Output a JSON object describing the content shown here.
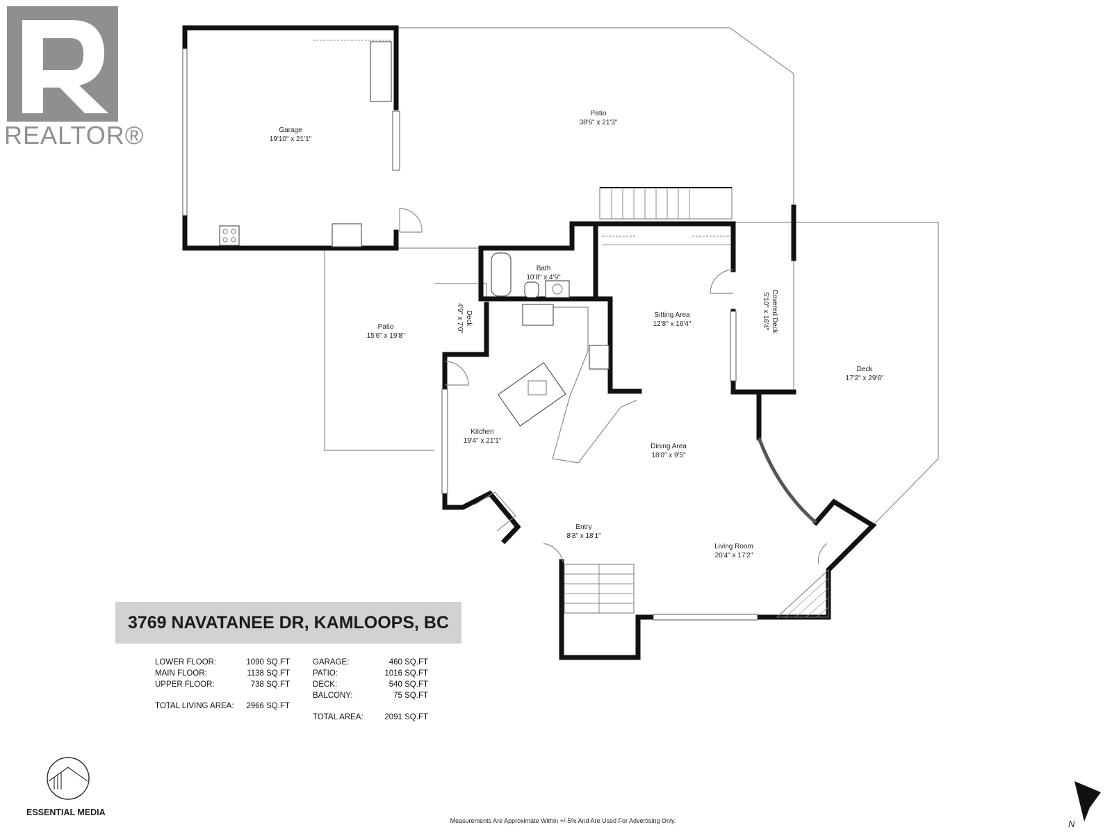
{
  "branding": {
    "realtor_logo_text": "REALTOR®",
    "media_brand": "ESSENTIAL MEDIA"
  },
  "address": "3769 NAVATANEE DR, KAMLOOPS, BC",
  "rooms": [
    {
      "name": "Garage",
      "dims": "19'10\" x 21'1\""
    },
    {
      "name": "Patio",
      "dims": "38'6\" x 21'3\""
    },
    {
      "name": "Bath",
      "dims": "10'8\" x 4'9\""
    },
    {
      "name": "Deck",
      "dims": "4'9\" x 7'0\""
    },
    {
      "name": "Patio",
      "dims": "15'6\" x 19'8\""
    },
    {
      "name": "Sitting Area",
      "dims": "12'8\" x 16'4\""
    },
    {
      "name": "Covered Deck",
      "dims": "5'10\" x 16'4\""
    },
    {
      "name": "Deck",
      "dims": "17'2\" x 29'6\""
    },
    {
      "name": "Kitchen",
      "dims": "19'4\" x 21'1\""
    },
    {
      "name": "Dining Area",
      "dims": "18'0\" x 9'5\""
    },
    {
      "name": "Entry",
      "dims": "8'8\" x 18'1\""
    },
    {
      "name": "Living Room",
      "dims": "20'4\" x 17'2\""
    }
  ],
  "stats_left": [
    {
      "label": "LOWER FLOOR:",
      "value": "1090 SQ.FT"
    },
    {
      "label": "MAIN FLOOR:",
      "value": "1138 SQ.FT"
    },
    {
      "label": "UPPER FLOOR:",
      "value": "738 SQ.FT"
    },
    {
      "label": "TOTAL LIVING AREA:",
      "value": "2966 SQ.FT"
    }
  ],
  "stats_right": [
    {
      "label": "GARAGE:",
      "value": "460 SQ.FT"
    },
    {
      "label": "PATIO:",
      "value": "1016 SQ.FT"
    },
    {
      "label": "DECK:",
      "value": "540 SQ.FT"
    },
    {
      "label": "BALCONY:",
      "value": "75 SQ.FT"
    },
    {
      "label": "TOTAL AREA:",
      "value": "2091 SQ.FT"
    }
  ],
  "disclaimer": "Measurements Are Approximate Within +/-5% And Are Used For Advertising Only.",
  "north_label": "N",
  "colors": {
    "wall": "#111111",
    "logo_grey": "#8f8f8f",
    "address_bg": "#d2d2d2"
  }
}
